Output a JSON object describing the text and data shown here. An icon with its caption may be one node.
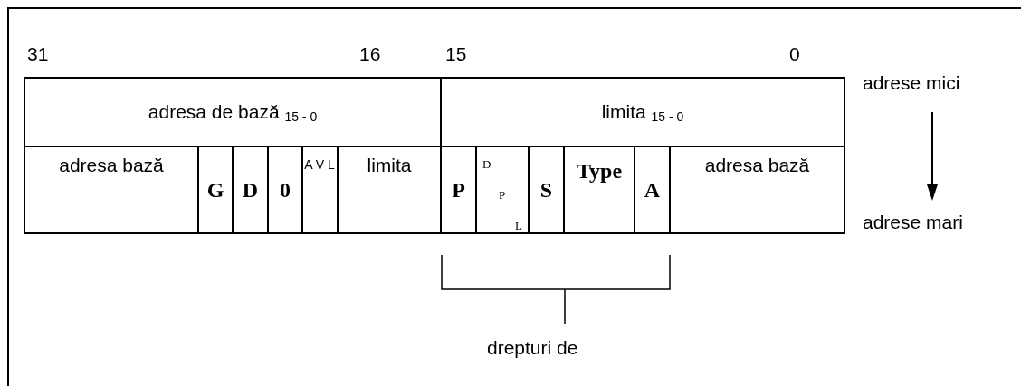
{
  "diagram": {
    "labels": [
      "31",
      "16",
      "15",
      "0",
      "adrese mici",
      "adresa de bază $_{15 - 0}$",
      "limita $_{15 - 0}$",
      "adresa bază",
      "G",
      "D",
      "0",
      "A V L",
      "limita",
      "P",
      "D P L",
      "S",
      "Type",
      "A",
      "adresa bază",
      "adrese mari",
      "drepturi de"
    ]
  }
}
